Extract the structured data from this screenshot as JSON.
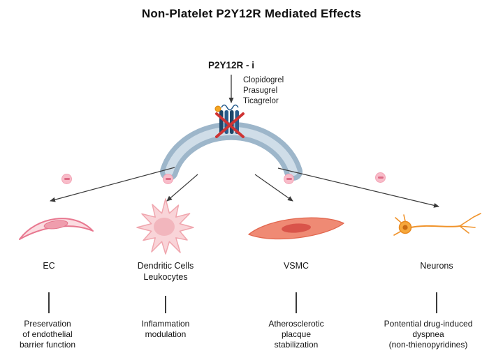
{
  "title": "Non-Platelet P2Y12R Mediated Effects",
  "receptor": {
    "label": "P2Y12R - i",
    "drugs": [
      "Clopidogrel",
      "Prasugrel",
      "Ticagrelor"
    ]
  },
  "columns": [
    {
      "label_lines": [
        "EC"
      ],
      "effect_lines": [
        "Preservation",
        "of endothelial",
        "barrier function"
      ]
    },
    {
      "label_lines": [
        "Dendritic Cells",
        "Leukocytes"
      ],
      "effect_lines": [
        "Inflammation",
        "modulation"
      ]
    },
    {
      "label_lines": [
        "VSMC"
      ],
      "effect_lines": [
        "Atherosclerotic",
        "placque",
        "stabilization"
      ]
    },
    {
      "label_lines": [
        "Neurons"
      ],
      "effect_lines": [
        "Pontential drug-induced",
        "dyspnea",
        "(non-thienopyridines)"
      ]
    }
  ],
  "colors": {
    "arc_outer": "#9db6ca",
    "arc_inner": "#cfdde8",
    "minus_bg": "#f8bcc9",
    "minus_bar": "#dd6a85",
    "receptor_blue": "#2b5d8c",
    "inhibit_x_red": "#cf3333",
    "ec_pink": "#fbdce1",
    "dendritic_pink": "#f9d4d8",
    "vsmc_salmon": "#ef8a74",
    "neuron_orange": "#f0932b"
  }
}
